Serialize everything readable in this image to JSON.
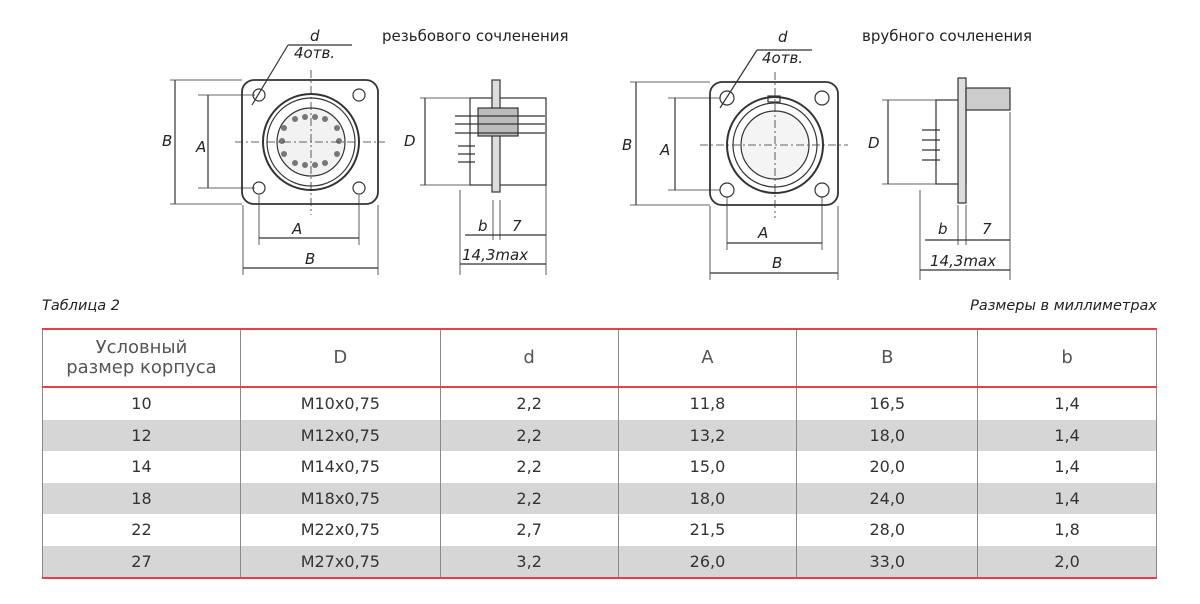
{
  "drawings": {
    "left": {
      "caption": "резьбового сочленения",
      "labels": {
        "d": "d",
        "holes": "4отв.",
        "A_vert": "A",
        "B_vert": "B",
        "A_horiz": "A",
        "B_horiz": "B",
        "D": "D",
        "b": "b",
        "seven": "7",
        "length": "14,3max"
      }
    },
    "right": {
      "caption": "врубного сочленения",
      "labels": {
        "d": "d",
        "holes": "4отв.",
        "A_vert": "A",
        "B_vert": "B",
        "A_horiz": "A",
        "B_horiz": "B",
        "D": "D",
        "b": "b",
        "seven": "7",
        "length": "14,3max"
      }
    }
  },
  "table_title": "Таблица 2",
  "units_note": "Размеры в миллиметрах",
  "table": {
    "headers": [
      "Условный размер корпуса",
      "D",
      "d",
      "A",
      "B",
      "b"
    ],
    "rows": [
      [
        "10",
        "M10x0,75",
        "2,2",
        "11,8",
        "16,5",
        "1,4"
      ],
      [
        "12",
        "M12x0,75",
        "2,2",
        "13,2",
        "18,0",
        "1,4"
      ],
      [
        "14",
        "M14x0,75",
        "2,2",
        "15,0",
        "20,0",
        "1,4"
      ],
      [
        "18",
        "M18x0,75",
        "2,2",
        "18,0",
        "24,0",
        "1,4"
      ],
      [
        "22",
        "M22x0,75",
        "2,7",
        "21,5",
        "28,0",
        "1,8"
      ],
      [
        "27",
        "M27x0,75",
        "3,2",
        "26,0",
        "33,0",
        "2,0"
      ]
    ]
  }
}
